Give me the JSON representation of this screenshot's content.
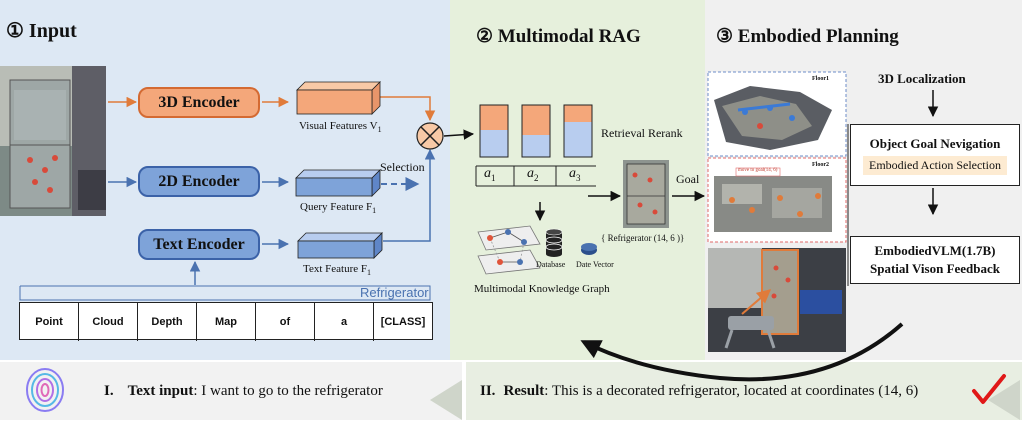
{
  "input": {
    "title": "① Input",
    "encoder_3d": "3D  Encoder",
    "encoder_2d": "2D  Encoder",
    "encoder_text": "Text Encoder",
    "visual_features": "Visual Features V",
    "visual_features_sub": "1",
    "query_feature": "Query Feature F",
    "query_feature_sub": "1",
    "text_feature": "Text Feature F",
    "text_feature_sub": "1",
    "selection": "Selection",
    "refrigerator_label": "Refrigerator",
    "tokens": [
      "Point",
      "Cloud",
      "Depth",
      "Map",
      "of",
      "a",
      "[CLASS]"
    ]
  },
  "rag": {
    "title": "② Multimodal RAG",
    "retrieval_rerank": "Retrieval  Rerank",
    "goal": "Goal",
    "a1": "a",
    "a1_sub": "1",
    "a2": "a",
    "a2_sub": "2",
    "a3": "a",
    "a3_sub": "3",
    "database": "Database",
    "date_vector": "Date Vector",
    "knowledge_graph": "Multimodal Knowledge Graph",
    "refrigerator_coord": "{ Refrigerator  (14, 6 )}"
  },
  "planning": {
    "title": "③ Embodied Planning",
    "localization": "3D Localization",
    "object_goal": "Object Goal Nevigation",
    "action_selection": "Embodied Action Selection",
    "vlm_line1": "EmbodiedVLM(1.7B)",
    "vlm_line2": "Spatial Vison Feedback",
    "floor1": "Floor1",
    "floor2": "Floor2",
    "map_tag": "move to goal(14, 6)"
  },
  "footer": {
    "text_input_num": "I.",
    "text_input_label": "Text input",
    "text_input_value": ": I want to go to the refrigerator",
    "result_num": "II.",
    "result_label": "Result",
    "result_value": ": This is a decorated refrigerator, located at coordinates (14, 6)"
  },
  "colors": {
    "input_bg": "#dde8f4",
    "rag_bg": "#e6f0dc",
    "planning_bg": "#f0f0f0",
    "orange": "#f4a77a",
    "blue": "#7ea3d9",
    "arrow_blue": "#4a72b0",
    "arrow_orange": "#e07b3a",
    "check_red": "#e01818"
  }
}
